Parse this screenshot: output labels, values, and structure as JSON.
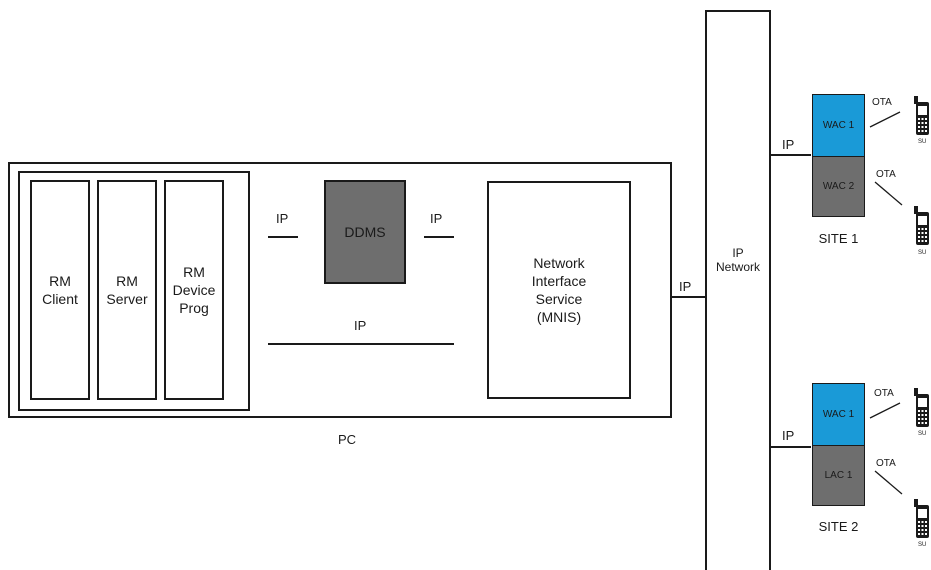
{
  "pc": {
    "label": "PC",
    "rm_client": "RM\nClient",
    "rm_server": "RM\nServer",
    "rm_device_prog": "RM\nDevice\nProg",
    "ddms": "DDMS",
    "mnis": "Network\nInterface\nService\n(MNIS)",
    "ip_left": "IP",
    "ip_right": "IP",
    "ip_bottom": "IP"
  },
  "network": {
    "label": "IP\nNetwork",
    "ip_pc_link": "IP",
    "ip_site1_link": "IP",
    "ip_site2_link": "IP"
  },
  "site1": {
    "label": "SITE 1",
    "top_cell": "WAC 1",
    "bottom_cell": "WAC 2",
    "ota_top": "OTA",
    "ota_bottom": "OTA",
    "su_top": "SU",
    "su_bottom": "SU"
  },
  "site2": {
    "label": "SITE 2",
    "top_cell": "WAC 1",
    "bottom_cell": "LAC 1",
    "ota_top": "OTA",
    "ota_bottom": "OTA",
    "su_top": "SU",
    "su_bottom": "SU"
  },
  "colors": {
    "line": "#1a1a1a",
    "wac_blue": "#1a9ad7",
    "ddms_gray": "#6e6e6e",
    "cell_gray": "#6e6e6e"
  }
}
